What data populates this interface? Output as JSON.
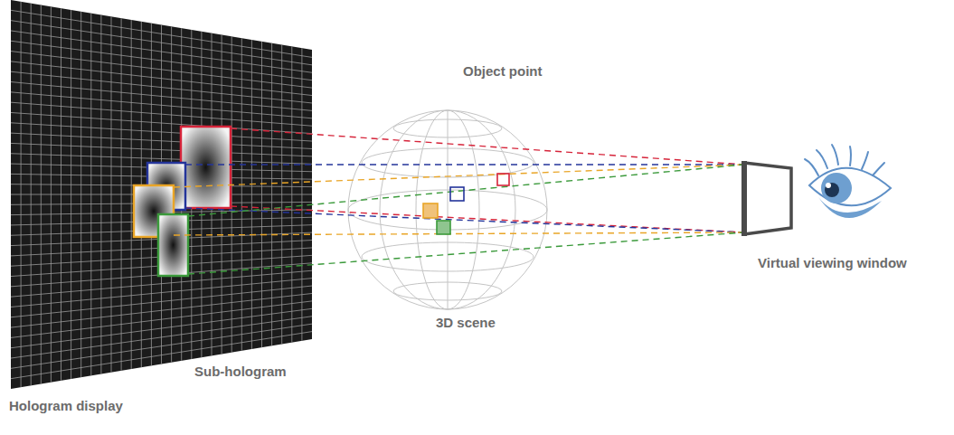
{
  "diagram": {
    "labels": [
      "Object point",
      "Virtual viewing window",
      "3D scene",
      "Sub-hologram",
      "Hologram display"
    ]
  }
}
